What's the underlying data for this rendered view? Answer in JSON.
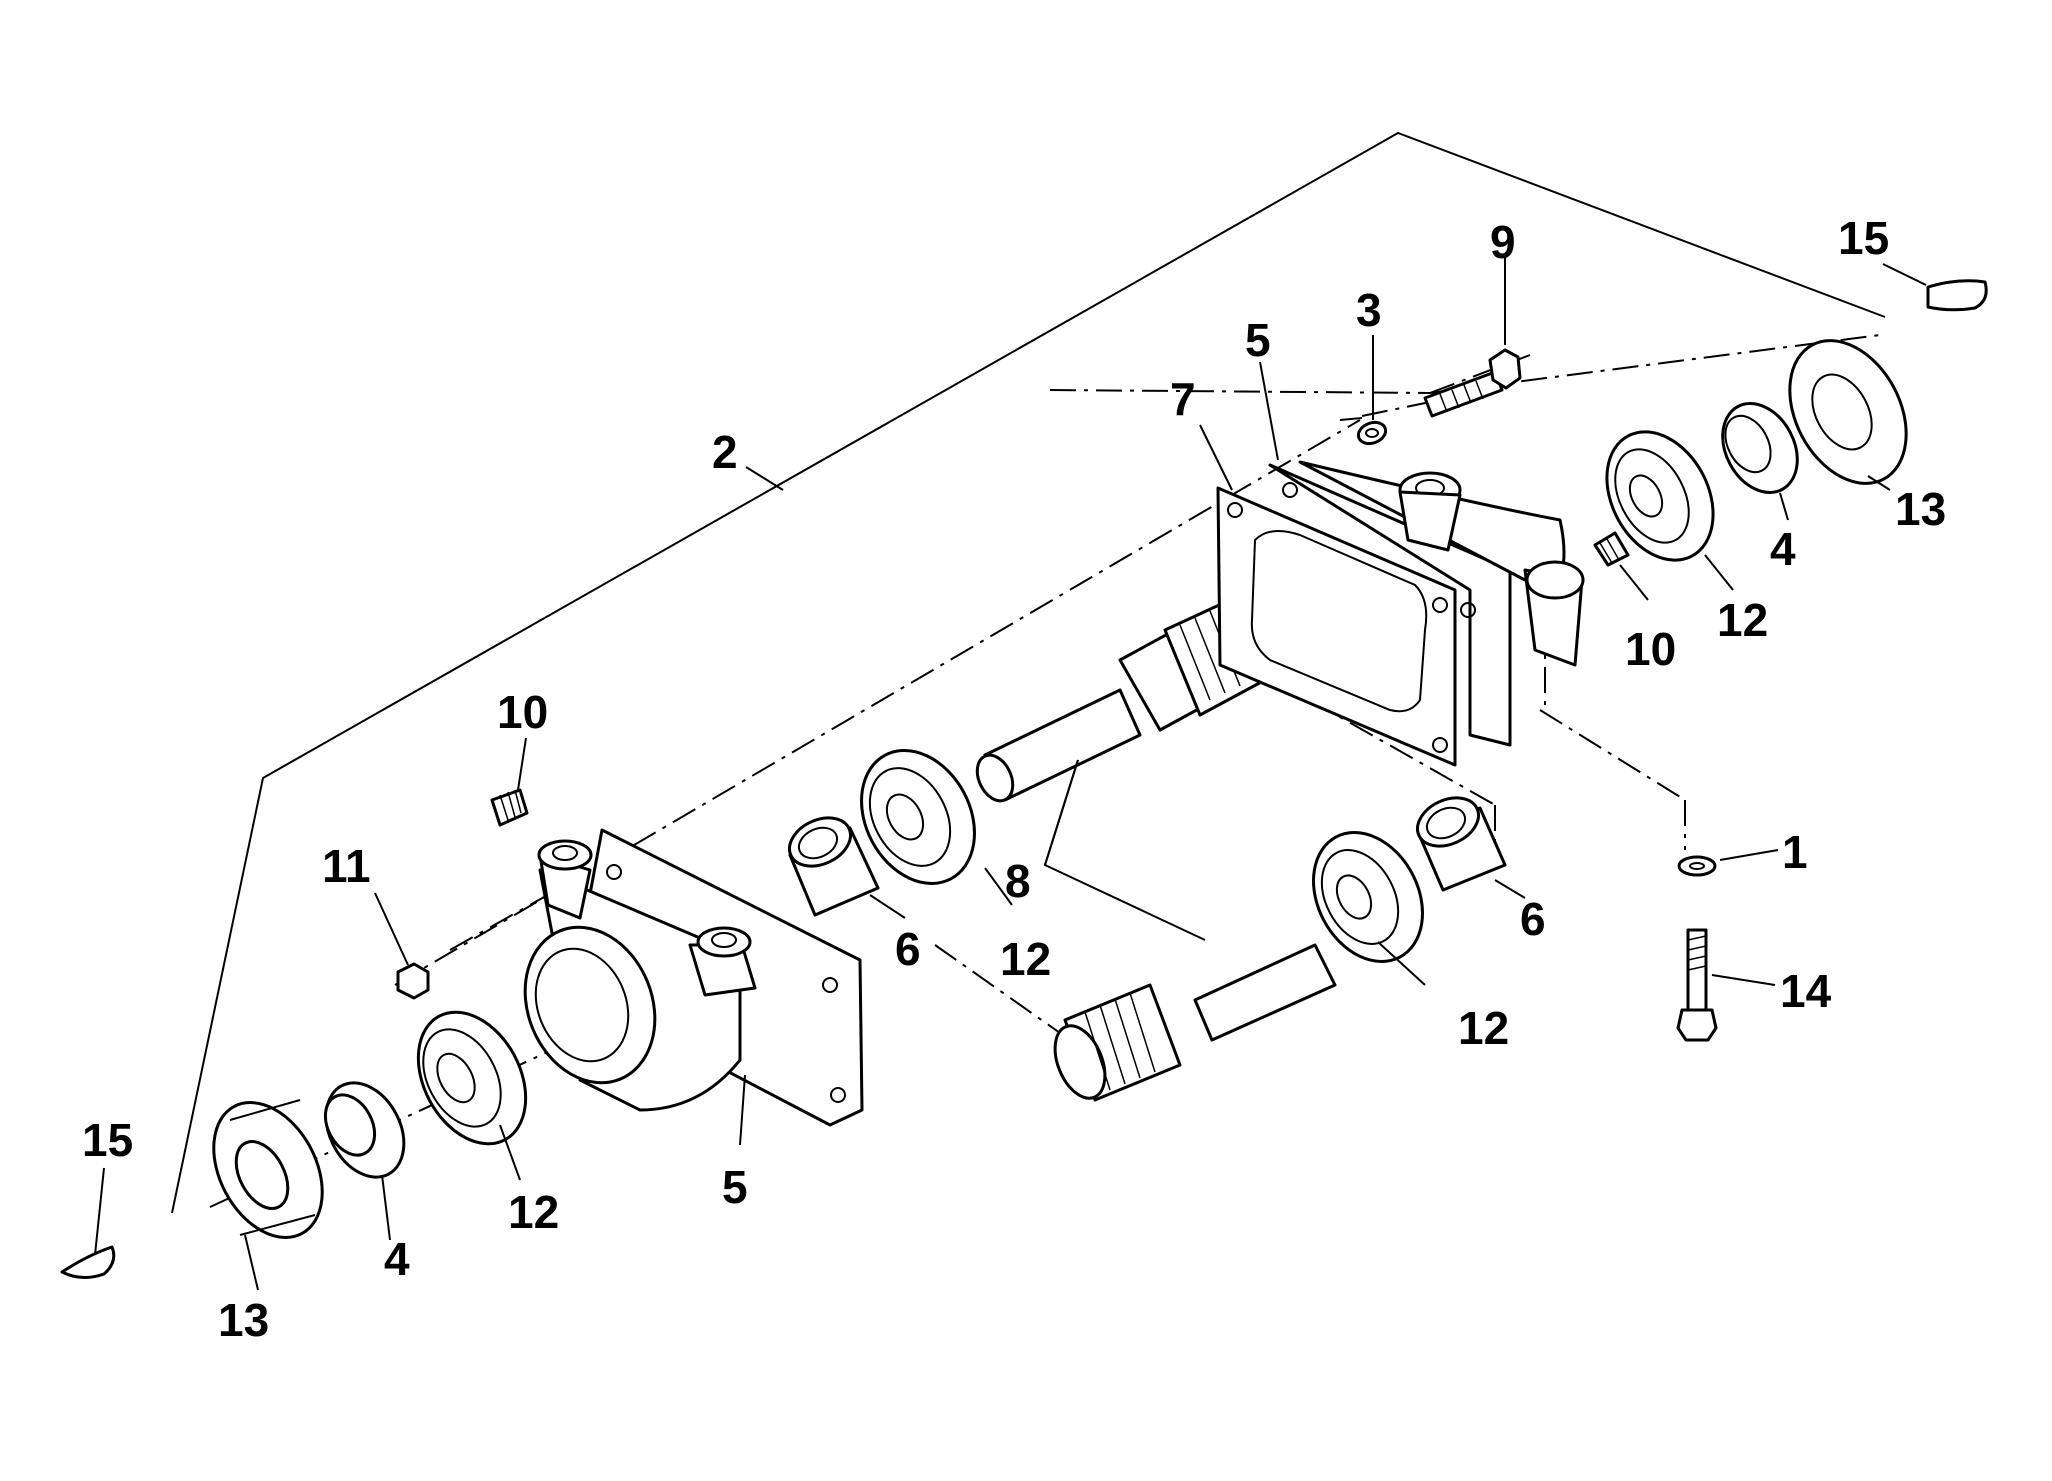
{
  "callouts": [
    {
      "id": "c-2",
      "text": "2"
    },
    {
      "id": "c-9",
      "text": "9"
    },
    {
      "id": "c-3",
      "text": "3"
    },
    {
      "id": "c-5a",
      "text": "5"
    },
    {
      "id": "c-7",
      "text": "7"
    },
    {
      "id": "c-15a",
      "text": "15"
    },
    {
      "id": "c-13a",
      "text": "13"
    },
    {
      "id": "c-4a",
      "text": "4"
    },
    {
      "id": "c-12a",
      "text": "12"
    },
    {
      "id": "c-10a",
      "text": "10"
    },
    {
      "id": "c-10b",
      "text": "10"
    },
    {
      "id": "c-11",
      "text": "11"
    },
    {
      "id": "c-6a",
      "text": "6"
    },
    {
      "id": "c-12b",
      "text": "12"
    },
    {
      "id": "c-8",
      "text": "8"
    },
    {
      "id": "c-6b",
      "text": "6"
    },
    {
      "id": "c-1",
      "text": "1"
    },
    {
      "id": "c-14",
      "text": "14"
    },
    {
      "id": "c-12c",
      "text": "12"
    },
    {
      "id": "c-15b",
      "text": "15"
    },
    {
      "id": "c-13b",
      "text": "13"
    },
    {
      "id": "c-4b",
      "text": "4"
    },
    {
      "id": "c-12d",
      "text": "12"
    },
    {
      "id": "c-5b",
      "text": "5"
    }
  ]
}
